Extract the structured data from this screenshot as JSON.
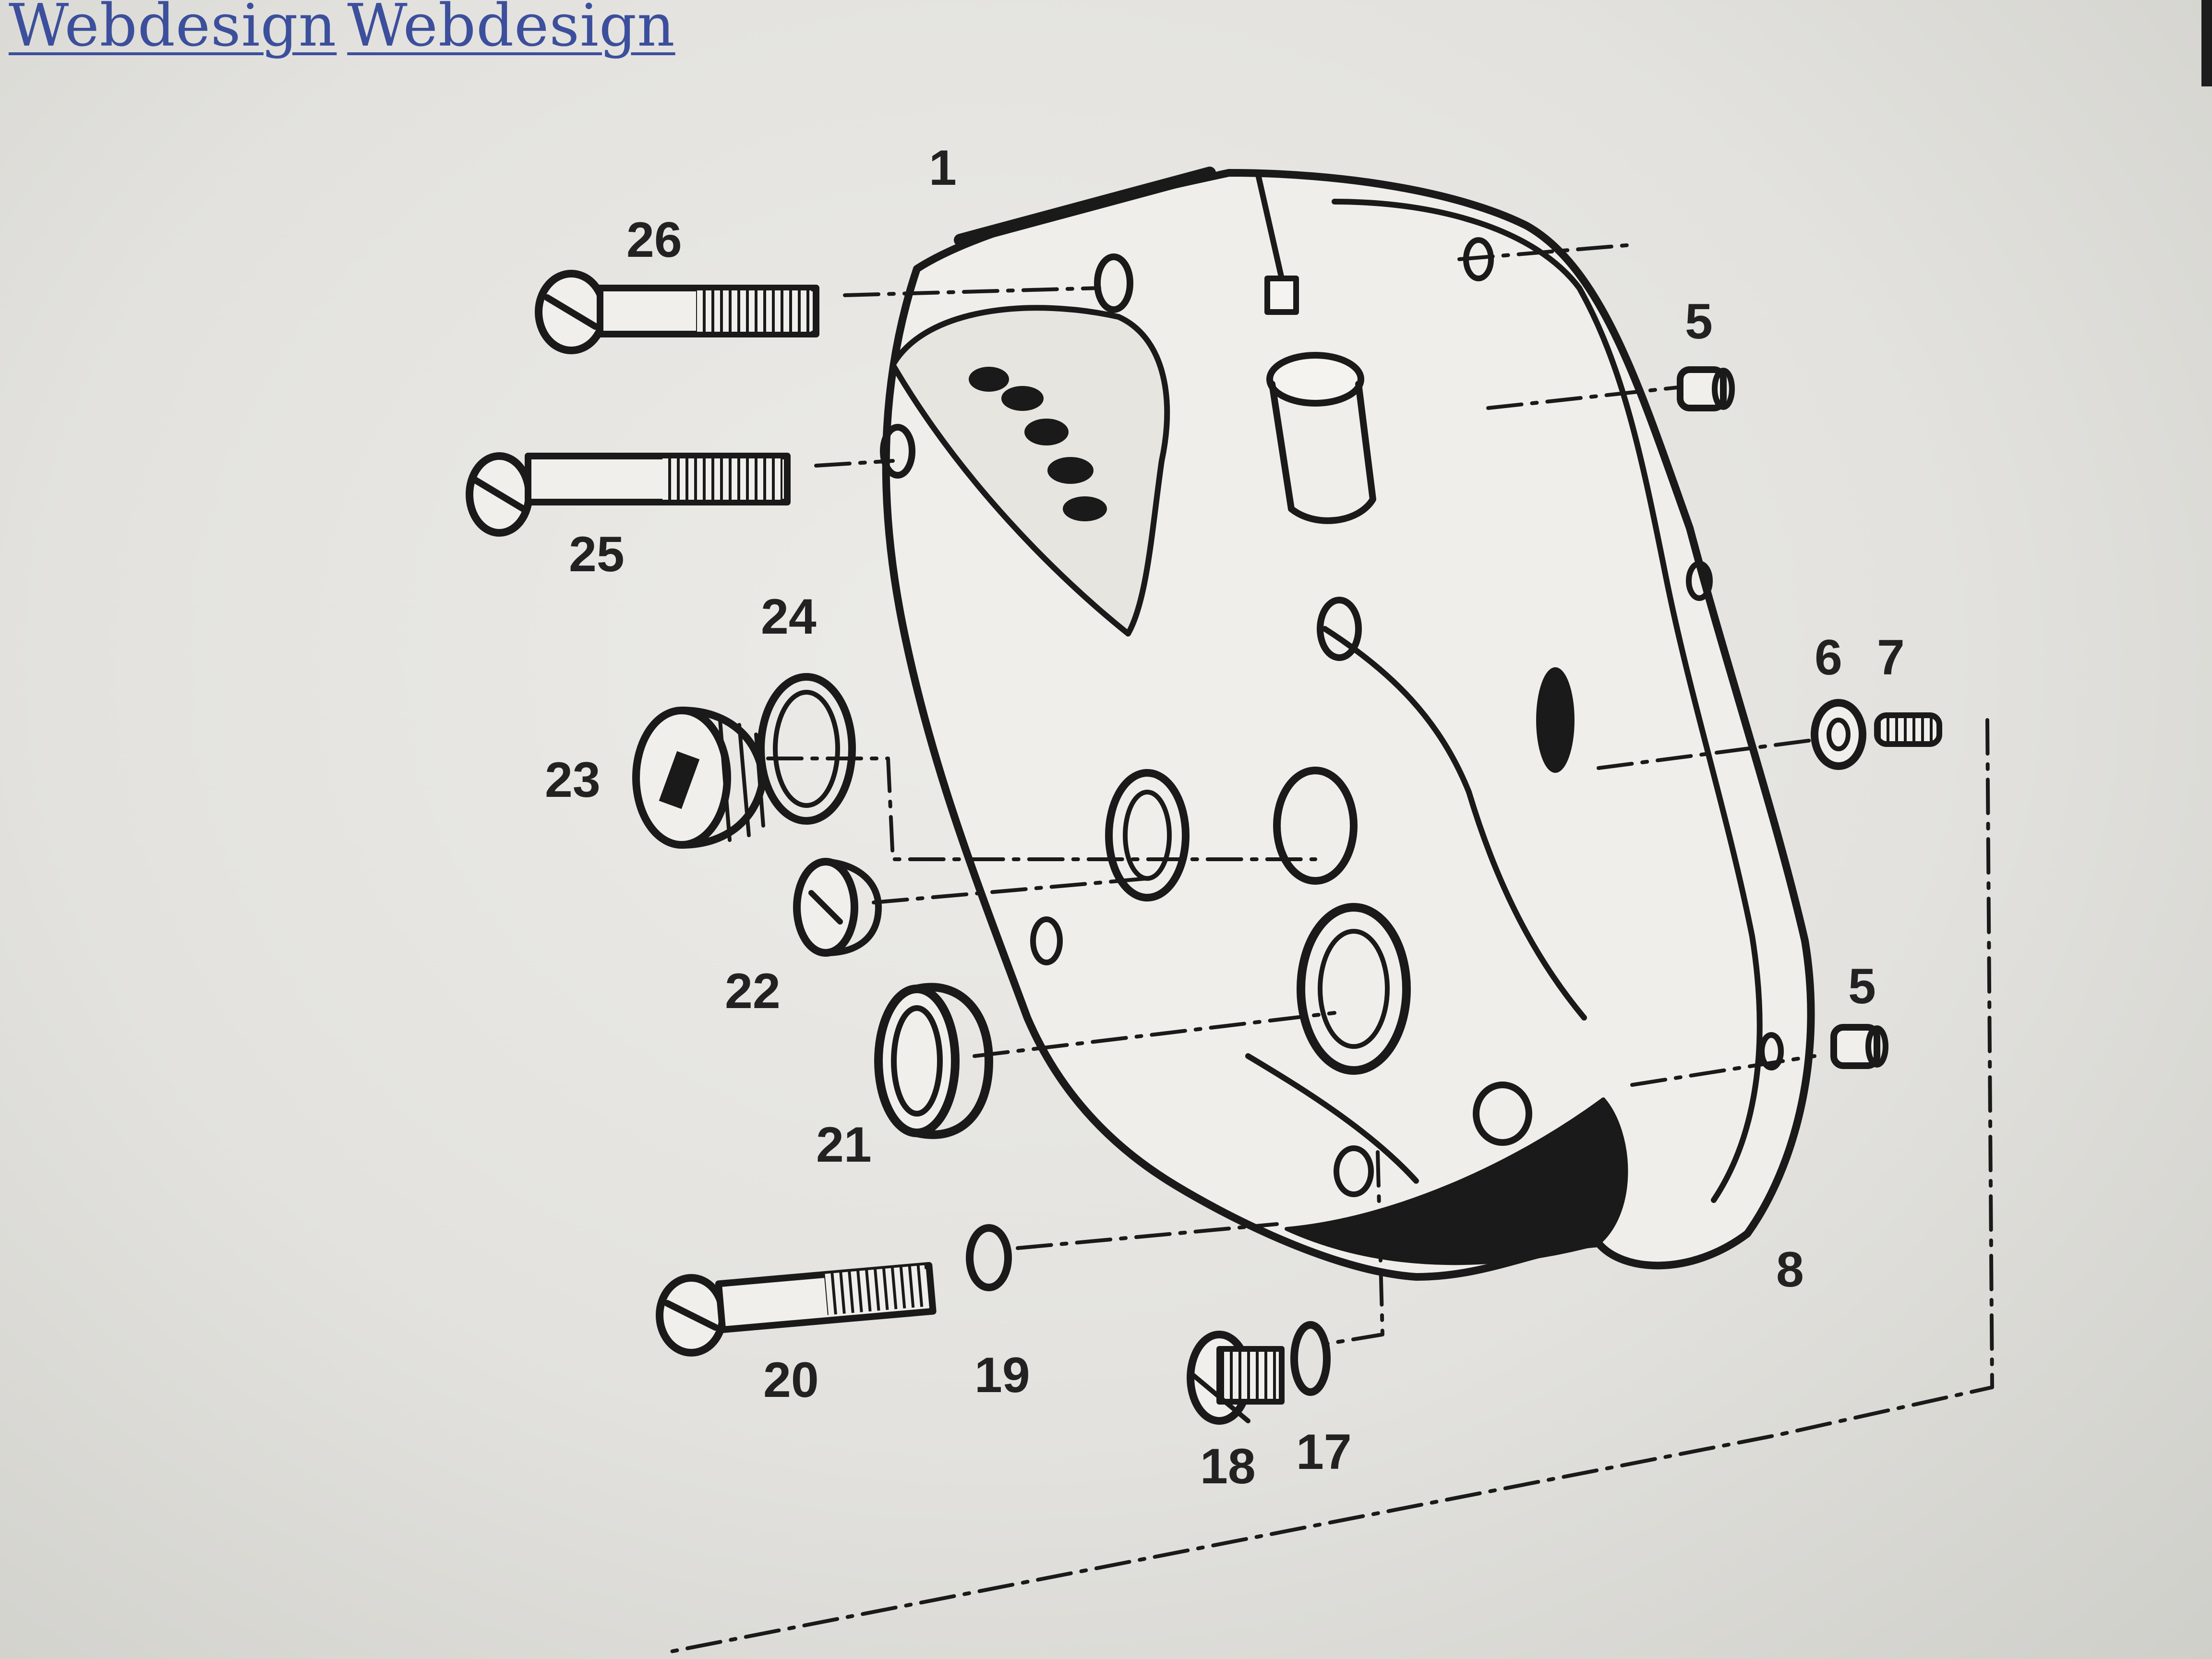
{
  "links": [
    "Webdesign",
    "Webdesign"
  ],
  "callouts": {
    "c1": "1",
    "c5a": "5",
    "c5b": "5",
    "c6": "6",
    "c7": "7",
    "c8": "8",
    "c17": "17",
    "c18": "18",
    "c19": "19",
    "c20": "20",
    "c21": "21",
    "c22": "22",
    "c23": "23",
    "c24": "24",
    "c25": "25",
    "c26": "26"
  },
  "colors": {
    "ink": "#1a1a1a",
    "link": "#3c4f9c",
    "paper": "#e8e7e3"
  }
}
